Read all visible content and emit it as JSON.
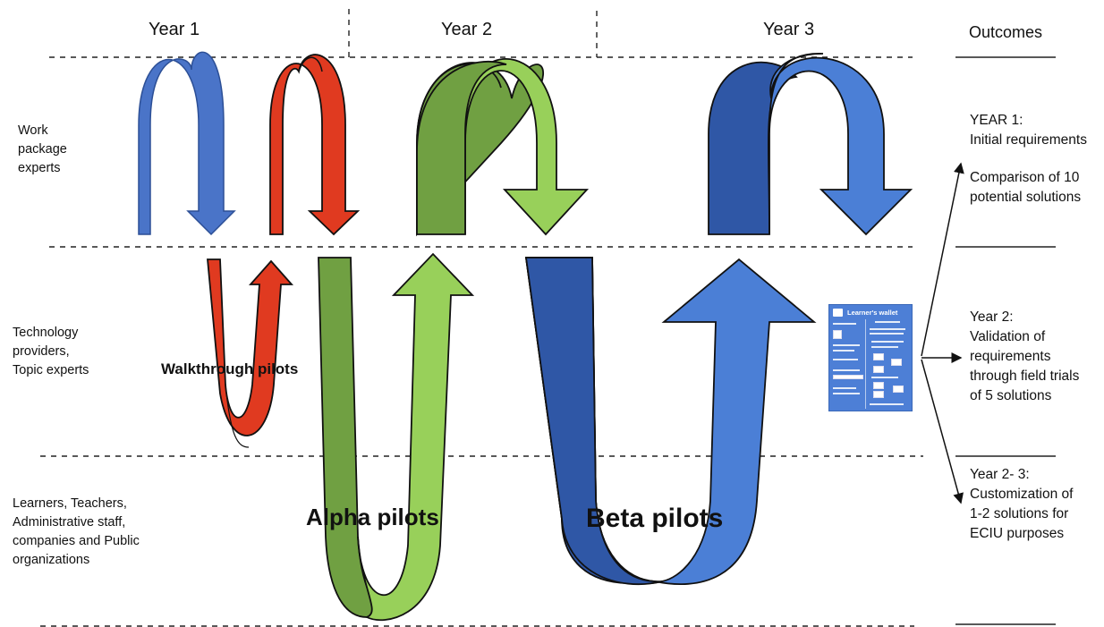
{
  "header": {
    "year1": "Year 1",
    "year2": "Year 2",
    "year3": "Year 3",
    "outcomes": "Outcomes"
  },
  "rows": {
    "work_package": "Work\npackage\nexperts",
    "technology": "Technology\nproviders,\nTopic experts",
    "learners": "Learners, Teachers,\nAdministrative staff,\ncompanies and Public\norganizations"
  },
  "pilots": {
    "walkthrough": "Walkthrough pilots",
    "alpha": "Alpha pilots",
    "beta": "Beta pilots"
  },
  "outcomes": {
    "year1": "YEAR 1:\nInitial requirements",
    "year1_detail": "Comparison of 10\npotential solutions",
    "year2": "Year 2:\nValidation of\nrequirements\nthrough field trials\nof 5 solutions",
    "year23": "Year 2- 3:\nCustomization of\n1-2 solutions for\nECIU purposes"
  },
  "wallet": {
    "title": "Learner's wallet"
  },
  "colors": {
    "blue_light": "#4a74c8",
    "red": "#e03a20",
    "red_dark": "#b9281a",
    "green_dark": "#70a042",
    "green_light": "#98d05a",
    "blue_dark": "#2f57a6",
    "blue_mid": "#4b7fd6",
    "outline": "#111111"
  }
}
